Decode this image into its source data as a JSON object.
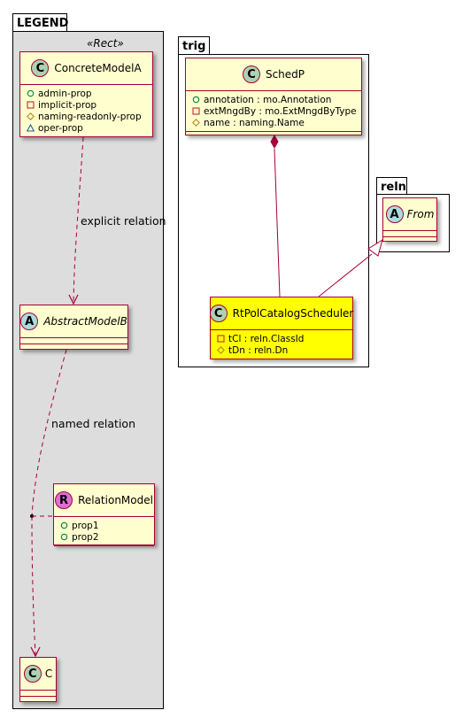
{
  "packages": {
    "legend": {
      "title": "LEGEND",
      "stereotype": "«Rect»"
    },
    "trig": {
      "title": "trig"
    },
    "reln": {
      "title": "reln"
    }
  },
  "classes": {
    "concrete_model_a": {
      "letter": "C",
      "name": "ConcreteModelA",
      "letter_color": "#ADD1B2",
      "attributes": [
        {
          "vis": "public",
          "text": "admin-prop"
        },
        {
          "vis": "private",
          "text": "implicit-prop"
        },
        {
          "vis": "protected",
          "text": "naming-readonly-prop"
        },
        {
          "vis": "package",
          "text": "oper-prop"
        }
      ]
    },
    "abstract_model_b": {
      "letter": "A",
      "name": "AbstractModelB",
      "letter_color": "#A9DCDF"
    },
    "relation_model": {
      "letter": "R",
      "name": "RelationModel",
      "letter_color": "#DA70D6",
      "attributes": [
        {
          "vis": "public",
          "text": "prop1"
        },
        {
          "vis": "public",
          "text": "prop2"
        }
      ]
    },
    "c": {
      "letter": "C",
      "name": "C",
      "letter_color": "#ADD1B2"
    },
    "sched_p": {
      "letter": "C",
      "name": "SchedP",
      "letter_color": "#ADD1B2",
      "attributes": [
        {
          "vis": "public",
          "text": "annotation : mo.Annotation"
        },
        {
          "vis": "private",
          "text": "extMngdBy : mo.ExtMngdByType"
        },
        {
          "vis": "protected",
          "text": "name : naming.Name"
        }
      ]
    },
    "from": {
      "letter": "A",
      "name": "From",
      "letter_color": "#A9DCDF"
    },
    "rt_pol_catalog_scheduler": {
      "letter": "C",
      "name": "RtPolCatalogScheduler",
      "letter_color": "#ADD1B2",
      "attributes": [
        {
          "vis": "private",
          "text": "tCl : reln.ClassId"
        },
        {
          "vis": "protected",
          "text": "tDn : reln.Dn"
        }
      ]
    }
  },
  "edges": {
    "explicit_relation": "explicit relation",
    "named_relation": "named relation"
  },
  "colors": {
    "class_fill": "#FEFECE",
    "class_border": "#A80036",
    "highlight_fill": "#FFFF00",
    "legend_fill": "#DDDDDD"
  }
}
